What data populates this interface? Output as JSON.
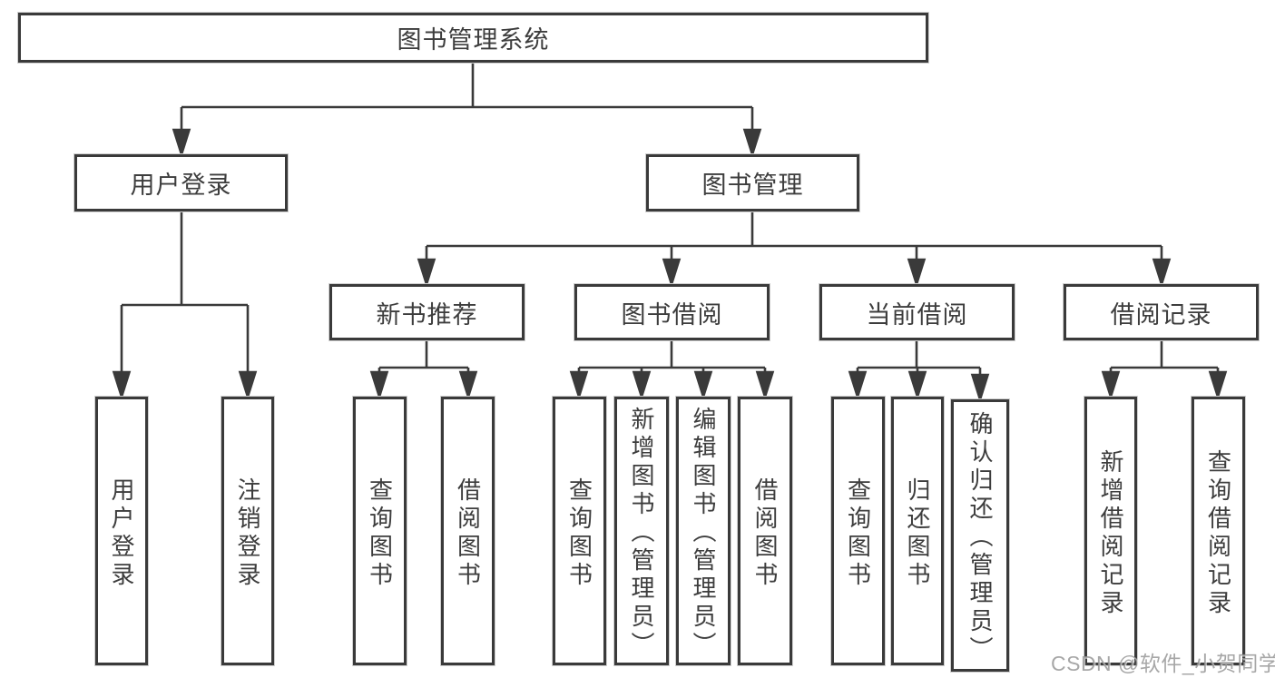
{
  "diagram": {
    "root": {
      "label": "图书管理系统"
    },
    "level2": {
      "user_login": {
        "label": "用户登录"
      },
      "book_mgmt": {
        "label": "图书管理"
      }
    },
    "level3": {
      "new_books": {
        "label": "新书推荐"
      },
      "book_borrow": {
        "label": "图书借阅"
      },
      "current_borrow": {
        "label": "当前借阅"
      },
      "borrow_records": {
        "label": "借阅记录"
      }
    },
    "leaves": {
      "user_login_children": [
        "用户登录",
        "注销登录"
      ],
      "new_books_children": [
        "查询图书",
        "借阅图书"
      ],
      "book_borrow_children": [
        "查询图书",
        "新增图书（管理员）",
        "编辑图书（管理员）",
        "借阅图书"
      ],
      "current_borrow_children": [
        "查询图书",
        "归还图书",
        "确认归还（管理员）"
      ],
      "borrow_records_children": [
        "新增借阅记录",
        "查询借阅记录"
      ]
    }
  },
  "watermark": "CSDN @软件_小贺同学",
  "colors": {
    "line": "#3a3a3a",
    "box_border": "#3a3a3a",
    "box_fill": "#ffffff",
    "text": "#3d3d3d",
    "watermark": "#949494",
    "background": "#ffffff"
  }
}
